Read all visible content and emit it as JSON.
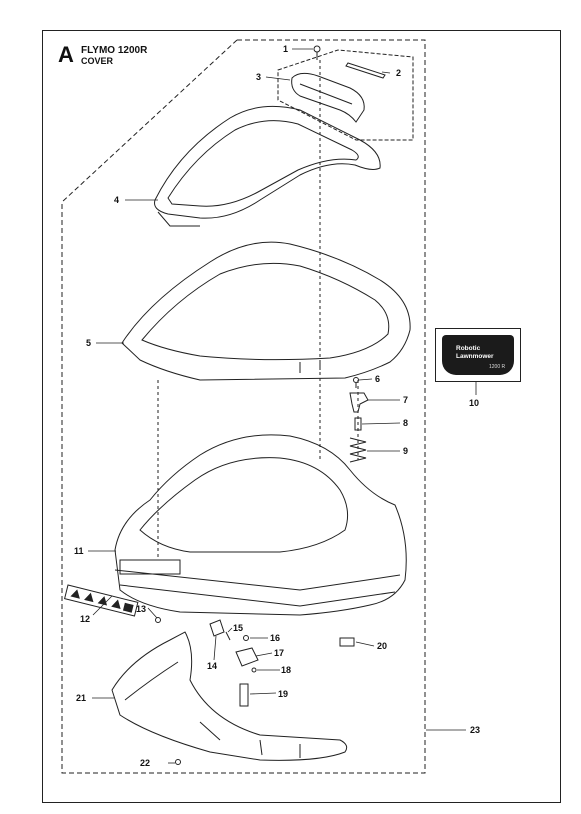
{
  "header": {
    "section_letter": "A",
    "model": "FLYMO 1200R",
    "subtitle": "COVER"
  },
  "badge": {
    "line1": "Robotic",
    "line2": "Lawnmower",
    "line3": "1200 R"
  },
  "callouts": {
    "c1": "1",
    "c2": "2",
    "c3": "3",
    "c4": "4",
    "c5": "5",
    "c6": "6",
    "c7": "7",
    "c8": "8",
    "c9": "9",
    "c10": "10",
    "c11": "11",
    "c12": "12",
    "c13": "13",
    "c14": "14",
    "c15": "15",
    "c16": "16",
    "c17": "17",
    "c18": "18",
    "c19": "19",
    "c20": "20",
    "c21": "21",
    "c22": "22",
    "c23": "23"
  },
  "colors": {
    "line": "#222222",
    "paper": "#ffffff",
    "badge_plate": "#1b1b1b"
  }
}
